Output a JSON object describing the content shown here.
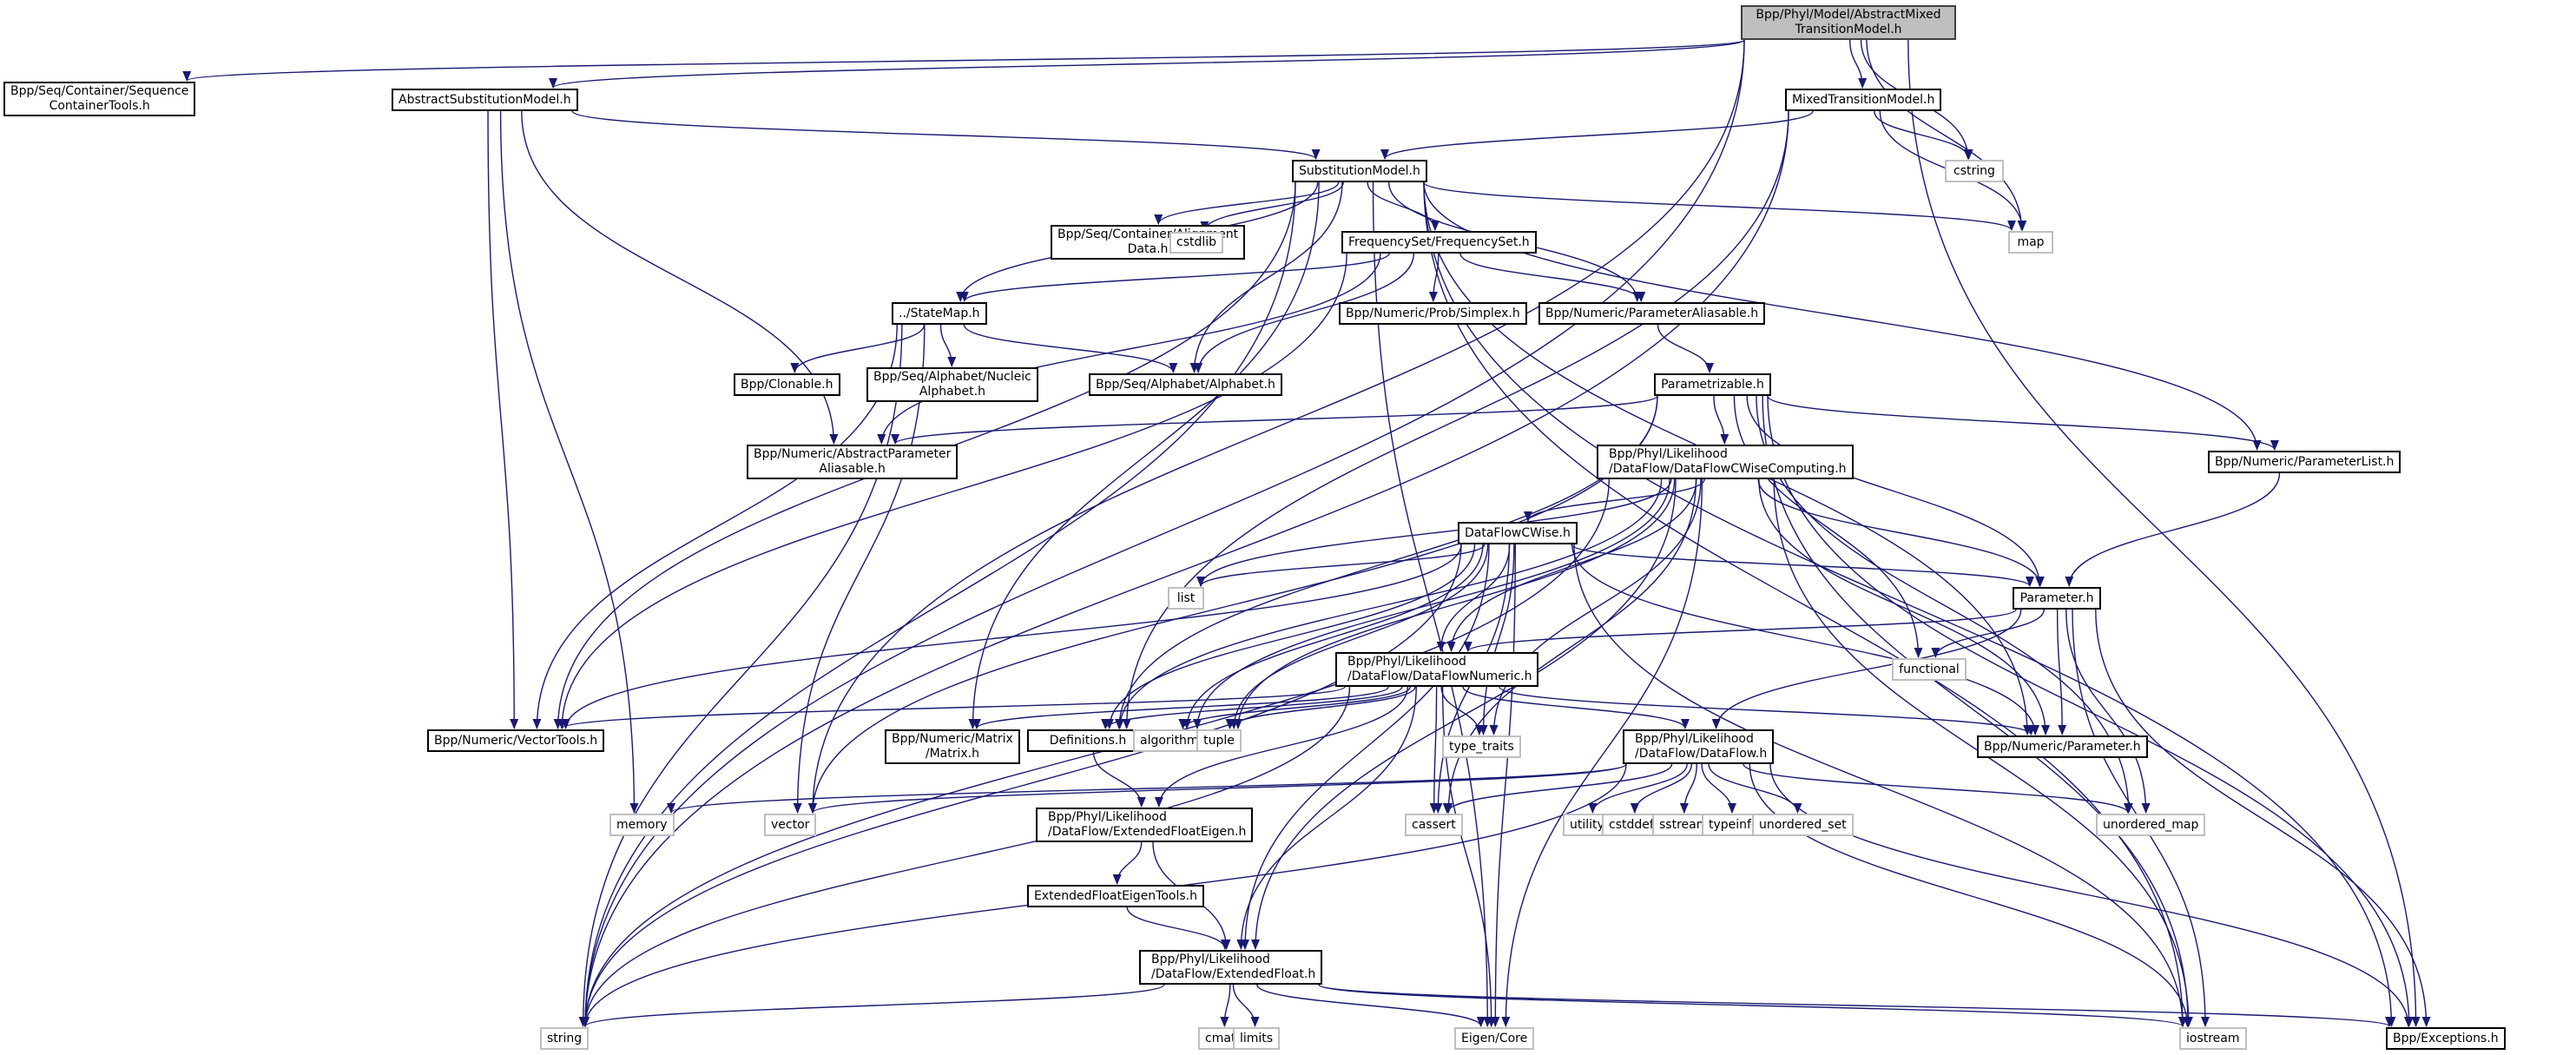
{
  "graph": {
    "title": "Bpp/Phyl/Model/AbstractMixedTransitionModel.h",
    "edge_color": "#191970",
    "root_fill": "#bfbfbf",
    "system_border": "#bfbfbf",
    "nodes": {
      "root": "Bpp/Phyl/Model/AbstractMixed\nTransitionModel.h",
      "seqContainerTools": "Bpp/Seq/Container/Sequence\nContainerTools.h",
      "abstractSubstitutionModel": "AbstractSubstitutionModel.h",
      "mixedTransitionModel": "MixedTransitionModel.h",
      "cstring": "cstring",
      "substitutionModel": "SubstitutionModel.h",
      "map": "map",
      "alignmentData": "Bpp/Seq/Container/Alignment\nData.h",
      "cstdlib": "cstdlib",
      "frequencySet": "FrequencySet/FrequencySet.h",
      "stateMap": "../StateMap.h",
      "simplex": "Bpp/Numeric/Prob/Simplex.h",
      "parameterAliasable": "Bpp/Numeric/ParameterAliasable.h",
      "clonable": "Bpp/Clonable.h",
      "nucleicAlphabet": "Bpp/Seq/Alphabet/Nucleic\nAlphabet.h",
      "alphabet": "Bpp/Seq/Alphabet/Alphabet.h",
      "parametrizable": "Parametrizable.h",
      "abstractParameterAliasable": "Bpp/Numeric/AbstractParameter\nAliasable.h",
      "dataFlowCWiseComputing": "Bpp/Phyl/Likelihood\n/DataFlow/DataFlowCWiseComputing.h",
      "parameterList": "Bpp/Numeric/ParameterList.h",
      "dataFlowCWise": "DataFlowCWise.h",
      "list": "list",
      "parameterH": "Parameter.h",
      "dataFlowNumeric": "Bpp/Phyl/Likelihood\n/DataFlow/DataFlowNumeric.h",
      "functional": "functional",
      "vectorTools": "Bpp/Numeric/VectorTools.h",
      "matrix": "Bpp/Numeric/Matrix\n/Matrix.h",
      "definitions": "Definitions.h",
      "algorithm": "algorithm",
      "tuple": "tuple",
      "typeTraits": "type_traits",
      "dataFlow": "Bpp/Phyl/Likelihood\n/DataFlow/DataFlow.h",
      "numericParameter": "Bpp/Numeric/Parameter.h",
      "memory": "memory",
      "vector": "vector",
      "extendedFloatEigen": "Bpp/Phyl/Likelihood\n/DataFlow/ExtendedFloatEigen.h",
      "cassert": "cassert",
      "utility": "utility",
      "cstddef": "cstddef",
      "sstream": "sstream",
      "typeinfo": "typeinfo",
      "unorderedSet": "unordered_set",
      "unorderedMap": "unordered_map",
      "extendedFloatEigenTools": "ExtendedFloatEigenTools.h",
      "extendedFloat": "Bpp/Phyl/Likelihood\n/DataFlow/ExtendedFloat.h",
      "string": "string",
      "cmath": "cmath",
      "limits": "limits",
      "eigenCore": "Eigen/Core",
      "iostream": "iostream",
      "exceptions": "Bpp/Exceptions.h"
    },
    "edges": [
      [
        "root",
        "seqContainerTools"
      ],
      [
        "root",
        "abstractSubstitutionModel"
      ],
      [
        "root",
        "mixedTransitionModel"
      ],
      [
        "root",
        "cstring"
      ],
      [
        "root",
        "map"
      ],
      [
        "root",
        "string"
      ],
      [
        "root",
        "vector"
      ],
      [
        "root",
        "exceptions"
      ],
      [
        "abstractSubstitutionModel",
        "substitutionModel"
      ],
      [
        "abstractSubstitutionModel",
        "abstractParameterAliasable"
      ],
      [
        "abstractSubstitutionModel",
        "vectorTools"
      ],
      [
        "abstractSubstitutionModel",
        "memory"
      ],
      [
        "mixedTransitionModel",
        "substitutionModel"
      ],
      [
        "mixedTransitionModel",
        "cstring"
      ],
      [
        "mixedTransitionModel",
        "map"
      ],
      [
        "mixedTransitionModel",
        "string"
      ],
      [
        "mixedTransitionModel",
        "definitions"
      ],
      [
        "substitutionModel",
        "alignmentData"
      ],
      [
        "substitutionModel",
        "cstdlib"
      ],
      [
        "substitutionModel",
        "frequencySet"
      ],
      [
        "substitutionModel",
        "stateMap"
      ],
      [
        "substitutionModel",
        "alphabet"
      ],
      [
        "substitutionModel",
        "parameterAliasable"
      ],
      [
        "substitutionModel",
        "map"
      ],
      [
        "substitutionModel",
        "vectorTools"
      ],
      [
        "substitutionModel",
        "matrix"
      ],
      [
        "substitutionModel",
        "string"
      ],
      [
        "substitutionModel",
        "parameterList"
      ],
      [
        "substitutionModel",
        "numericParameter"
      ],
      [
        "substitutionModel",
        "exceptions"
      ],
      [
        "substitutionModel",
        "eigenCore"
      ],
      [
        "substitutionModel",
        "iostream"
      ],
      [
        "frequencySet",
        "stateMap"
      ],
      [
        "frequencySet",
        "simplex"
      ],
      [
        "frequencySet",
        "parameterAliasable"
      ],
      [
        "frequencySet",
        "alphabet"
      ],
      [
        "frequencySet",
        "vectorTools"
      ],
      [
        "frequencySet",
        "abstractParameterAliasable"
      ],
      [
        "stateMap",
        "clonable"
      ],
      [
        "stateMap",
        "nucleicAlphabet"
      ],
      [
        "stateMap",
        "alphabet"
      ],
      [
        "stateMap",
        "vectorTools"
      ],
      [
        "stateMap",
        "string"
      ],
      [
        "stateMap",
        "vector"
      ],
      [
        "parameterAliasable",
        "parametrizable"
      ],
      [
        "parametrizable",
        "dataFlowCWiseComputing"
      ],
      [
        "parametrizable",
        "parameterList"
      ],
      [
        "parametrizable",
        "parameterH"
      ],
      [
        "parametrizable",
        "abstractParameterAliasable"
      ],
      [
        "parametrizable",
        "functional"
      ],
      [
        "parametrizable",
        "definitions"
      ],
      [
        "parametrizable",
        "vector"
      ],
      [
        "parametrizable",
        "unorderedMap"
      ],
      [
        "parametrizable",
        "exceptions"
      ],
      [
        "parametrizable",
        "iostream"
      ],
      [
        "parameterList",
        "parameterH"
      ],
      [
        "dataFlowCWiseComputing",
        "dataFlowCWise"
      ],
      [
        "dataFlowCWiseComputing",
        "list"
      ],
      [
        "dataFlowCWiseComputing",
        "parameterH"
      ],
      [
        "dataFlowCWiseComputing",
        "dataFlowNumeric"
      ],
      [
        "dataFlowCWiseComputing",
        "definitions"
      ],
      [
        "dataFlowCWiseComputing",
        "algorithm"
      ],
      [
        "dataFlowCWiseComputing",
        "tuple"
      ],
      [
        "dataFlowCWiseComputing",
        "typeTraits"
      ],
      [
        "dataFlowCWiseComputing",
        "cassert"
      ],
      [
        "dataFlowCWiseComputing",
        "string"
      ],
      [
        "dataFlowCWiseComputing",
        "eigenCore"
      ],
      [
        "dataFlowCWiseComputing",
        "iostream"
      ],
      [
        "dataFlowCWiseComputing",
        "numericParameter"
      ],
      [
        "dataFlowCWiseComputing",
        "extendedFloat"
      ],
      [
        "dataFlowCWise",
        "list"
      ],
      [
        "dataFlowCWise",
        "parameterH"
      ],
      [
        "dataFlowCWise",
        "dataFlowNumeric"
      ],
      [
        "dataFlowCWise",
        "definitions"
      ],
      [
        "dataFlowCWise",
        "algorithm"
      ],
      [
        "dataFlowCWise",
        "tuple"
      ],
      [
        "dataFlowCWise",
        "typeTraits"
      ],
      [
        "dataFlowCWise",
        "cassert"
      ],
      [
        "dataFlowCWise",
        "numericParameter"
      ],
      [
        "dataFlowCWise",
        "string"
      ],
      [
        "dataFlowCWise",
        "extendedFloat"
      ],
      [
        "dataFlowCWise",
        "eigenCore"
      ],
      [
        "dataFlowCWise",
        "iostream"
      ],
      [
        "dataFlowCWise",
        "vectorTools"
      ],
      [
        "parameterH",
        "dataFlowNumeric"
      ],
      [
        "parameterH",
        "functional"
      ],
      [
        "parameterH",
        "numericParameter"
      ],
      [
        "parameterH",
        "dataFlow"
      ],
      [
        "parameterH",
        "unorderedMap"
      ],
      [
        "parameterH",
        "exceptions"
      ],
      [
        "parameterH",
        "iostream"
      ],
      [
        "dataFlowNumeric",
        "vectorTools"
      ],
      [
        "dataFlowNumeric",
        "matrix"
      ],
      [
        "dataFlowNumeric",
        "definitions"
      ],
      [
        "dataFlowNumeric",
        "algorithm"
      ],
      [
        "dataFlowNumeric",
        "tuple"
      ],
      [
        "dataFlowNumeric",
        "typeTraits"
      ],
      [
        "dataFlowNumeric",
        "dataFlow"
      ],
      [
        "dataFlowNumeric",
        "numericParameter"
      ],
      [
        "dataFlowNumeric",
        "extendedFloatEigen"
      ],
      [
        "dataFlowNumeric",
        "extendedFloat"
      ],
      [
        "dataFlowNumeric",
        "cassert"
      ],
      [
        "dataFlowNumeric",
        "string"
      ],
      [
        "dataFlowNumeric",
        "eigenCore"
      ],
      [
        "definitions",
        "extendedFloatEigen"
      ],
      [
        "dataFlow",
        "memory"
      ],
      [
        "dataFlow",
        "vector"
      ],
      [
        "dataFlow",
        "cassert"
      ],
      [
        "dataFlow",
        "utility"
      ],
      [
        "dataFlow",
        "cstddef"
      ],
      [
        "dataFlow",
        "sstream"
      ],
      [
        "dataFlow",
        "typeinfo"
      ],
      [
        "dataFlow",
        "unorderedSet"
      ],
      [
        "dataFlow",
        "unorderedMap"
      ],
      [
        "dataFlow",
        "string"
      ],
      [
        "dataFlow",
        "exceptions"
      ],
      [
        "dataFlow",
        "iostream"
      ],
      [
        "extendedFloatEigen",
        "extendedFloatEigenTools"
      ],
      [
        "extendedFloatEigen",
        "extendedFloat"
      ],
      [
        "extendedFloatEigenTools",
        "extendedFloat"
      ],
      [
        "extendedFloat",
        "string"
      ],
      [
        "extendedFloat",
        "cmath"
      ],
      [
        "extendedFloat",
        "limits"
      ],
      [
        "extendedFloat",
        "eigenCore"
      ],
      [
        "extendedFloat",
        "iostream"
      ],
      [
        "extendedFloat",
        "exceptions"
      ]
    ]
  }
}
